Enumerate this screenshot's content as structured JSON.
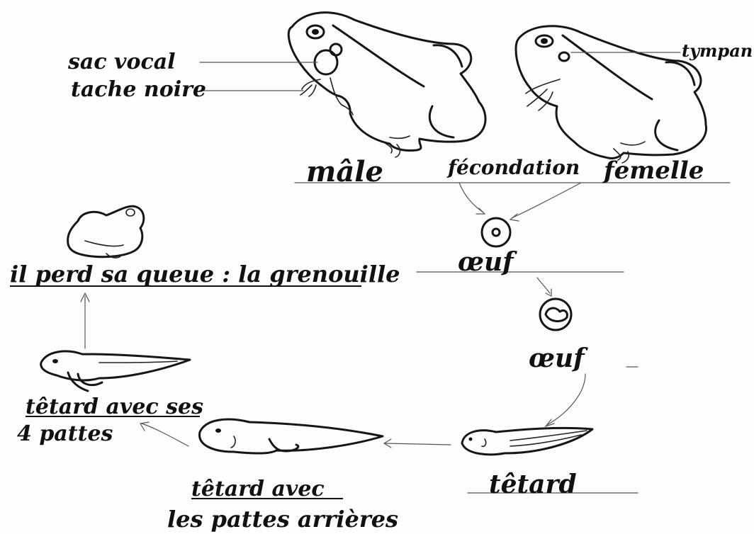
{
  "labels": {
    "sac_vocal": "sac vocal",
    "tache_noire": "tache noire",
    "tympan": "tympan",
    "male": "mâle",
    "fecondation": "fécondation",
    "femelle": "femelle",
    "oeuf_1": "œuf",
    "oeuf_2": "œuf",
    "tetard": "têtard",
    "tetard_pattes_arrieres_line1": "têtard avec",
    "tetard_pattes_arrieres_line2": "les pattes arrières",
    "tetard_4_pattes_line1": "têtard avec ses",
    "tetard_4_pattes_line2": "4 pattes",
    "grenouille": "il perd sa queue : la grenouille"
  },
  "icons": [
    "male-frog-icon",
    "female-frog-icon",
    "egg-icon",
    "developing-egg-icon",
    "tadpole-icon",
    "tadpole-hind-legs-icon",
    "tadpole-four-legs-icon",
    "young-frog-icon"
  ],
  "ink_color": "#111111"
}
